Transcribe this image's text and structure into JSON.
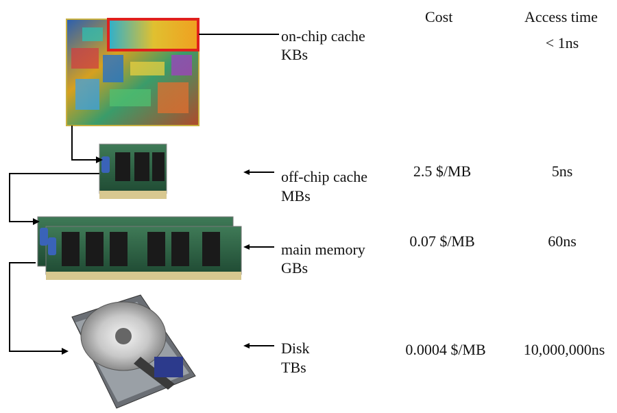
{
  "headers": {
    "cost": "Cost",
    "access_time": "Access time"
  },
  "levels": [
    {
      "name": "on-chip cache",
      "size": "KBs",
      "cost": "",
      "access_time": "< 1ns"
    },
    {
      "name": "off-chip cache",
      "size": "MBs",
      "cost": "2.5 $/MB",
      "access_time": "5ns"
    },
    {
      "name": "main memory",
      "size": "GBs",
      "cost": "0.07 $/MB",
      "access_time": "60ns"
    },
    {
      "name": "Disk",
      "size": "TBs",
      "cost": "0.0004 $/MB",
      "access_time": "10,000,000ns"
    }
  ],
  "images": {
    "chip": "cpu-die-image",
    "cache_module": "memory-module-image",
    "main_memory": "memory-modules-image",
    "disk": "hard-disk-image"
  }
}
